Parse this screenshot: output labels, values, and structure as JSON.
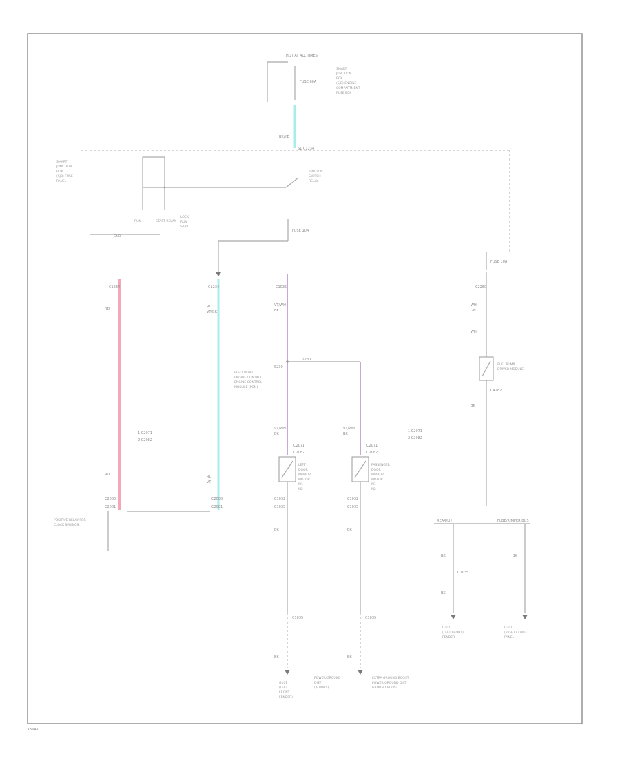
{
  "diagram": {
    "colors": {
      "wire": "#a9a9a9",
      "pink_wire": "#f4a7b9",
      "cyan_wire": "#a8ecec",
      "violet_wire": "#c8a8d8",
      "frame": "#8c8c8c"
    },
    "labels": {
      "top_fuse_header": "HOT AT ALL TIMES",
      "top_fuse_box_label": "FUSE 60A",
      "top_right_block": [
        "SMART",
        "JUNCTION",
        "BOX",
        "(SJB) ENGINE",
        "COMPARTMENT",
        "FUSE BOX"
      ],
      "top_wire_color": "BK/YE",
      "top_splice": "S1 C1234",
      "left_block": [
        "SMART",
        "JUNCTION",
        "BOX",
        "(SJB) FUSE",
        "PANEL"
      ],
      "ignition_switch": [
        "IGNITION",
        "SWITCH",
        "RELAY"
      ],
      "run_label": "RUN",
      "start_label": "START RELAY",
      "lock_label": [
        "LOCK",
        "RUN",
        "START"
      ],
      "ground_label": "GND",
      "fuse_middle": "FUSE 10A",
      "fuse_right": "FUSE 10A",
      "left_conn_top": "C1234",
      "mid_conn_top": "C1234",
      "center_conn_top": "C1035",
      "right_conn_top": "C2280",
      "left_wire_top": "RD",
      "mid_wire_top": [
        "RD",
        "VT/BK"
      ],
      "center_wire_top": [
        "VT/WH",
        "BK"
      ],
      "right_wire_top": [
        "WH",
        "GN"
      ],
      "right_wire_mid": "WH",
      "right_diode": [
        "FUEL PUMP",
        "DRIVER MODULE"
      ],
      "right_conn_mid": "C4282",
      "right_wire_low": "BK",
      "center_splice": "S230",
      "center_splice_label": [
        "ELECTRONIC",
        "ENGINE CONTROL",
        "ENGINE CONTROL",
        "MODULE (PCM)"
      ],
      "splice_conn": "C2280",
      "center_left_wire": [
        "VT/WH",
        "BK"
      ],
      "center_right_wire": [
        "VT/WH",
        "BK"
      ],
      "left_mid_labels": [
        "1 C2071",
        "2 C2082"
      ],
      "right_mid_labels": [
        "1 C2071",
        "2 C2082"
      ],
      "left_relay_labels": [
        "LEFT",
        "DOOR",
        "MIRROR",
        "MOTOR",
        "M1",
        "M2"
      ],
      "right_relay_labels": [
        "PASSENGER",
        "DOOR",
        "MIRROR",
        "MOTOR",
        "M1",
        "M2"
      ],
      "left_wire_low": "RD",
      "mid_wire_low": [
        "RD",
        "VT"
      ],
      "left_bottom_conn": [
        "C2080",
        "C2081"
      ],
      "mid_bottom_conn": [
        "C2080",
        "C2081"
      ],
      "center_bottom_conn": [
        "C1032",
        "C1035"
      ],
      "right_bottom_conn": [
        "C1032",
        "C1035"
      ],
      "left_bottom_label": [
        "POSITIVE RELAY FOR",
        "CLOCK SPRINGS"
      ],
      "center_low_wire": "BK",
      "center_low_conn": "C1035",
      "center_low_wire2": "BK",
      "right_low_wire": "BK",
      "right_low_conn": "C1035",
      "right_low_wire2": "BK",
      "center_ground": [
        "G101",
        "(LEFT",
        "FRONT",
        "FENDER)"
      ],
      "right_ground_mid": [
        "POWER/GROUND",
        "DIST",
        "(ALWAYS)"
      ],
      "right_ground_far": [
        "EXTRA GROUND BOOST",
        "POWER/GROUND DIST",
        "GROUND BOOST"
      ],
      "far_right_header_left": "REAR/LH",
      "far_right_header_right": "FUSE/JUMPER BUS",
      "far_right_wire_a": "BK",
      "far_right_conn_a": "C1035",
      "far_right_wire_b": "BK",
      "far_right_wire_c": "BK",
      "far_right_gnd_a": [
        "G101",
        "(LEFT FRONT)",
        "FENDER"
      ],
      "far_right_gnd_b": [
        "G201",
        "(RIGHT COWL)",
        "PANEL"
      ],
      "corner_code": "K5941"
    }
  }
}
